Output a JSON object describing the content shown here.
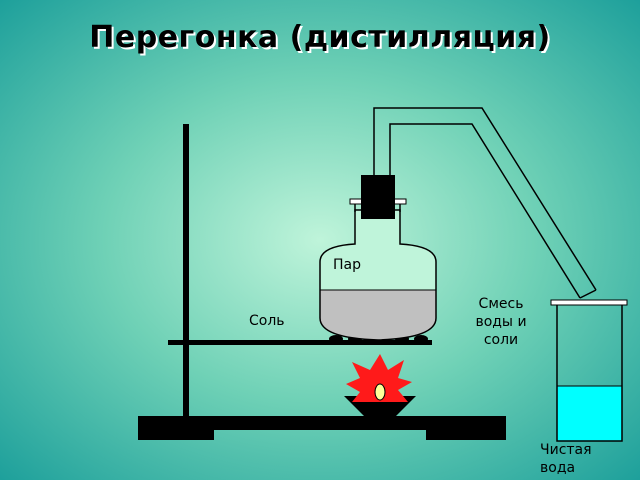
{
  "title": "Перегонка (дистилляция)",
  "labels": {
    "vapor": "Пар",
    "salt": "Соль",
    "mixture_line1": "Смесь",
    "mixture_line2": "воды и",
    "mixture_line3": "соли",
    "pure_line1": "Чистая",
    "pure_line2": "вода"
  },
  "colors": {
    "background_outer": "#1a9f9c",
    "background_inner": "#b8f2d6",
    "salt_solution": "#c0c0c0",
    "pure_water": "#00ffff",
    "flame_outer": "#ff1a1a",
    "flame_inner": "#ffff99",
    "equipment": "#000000"
  }
}
